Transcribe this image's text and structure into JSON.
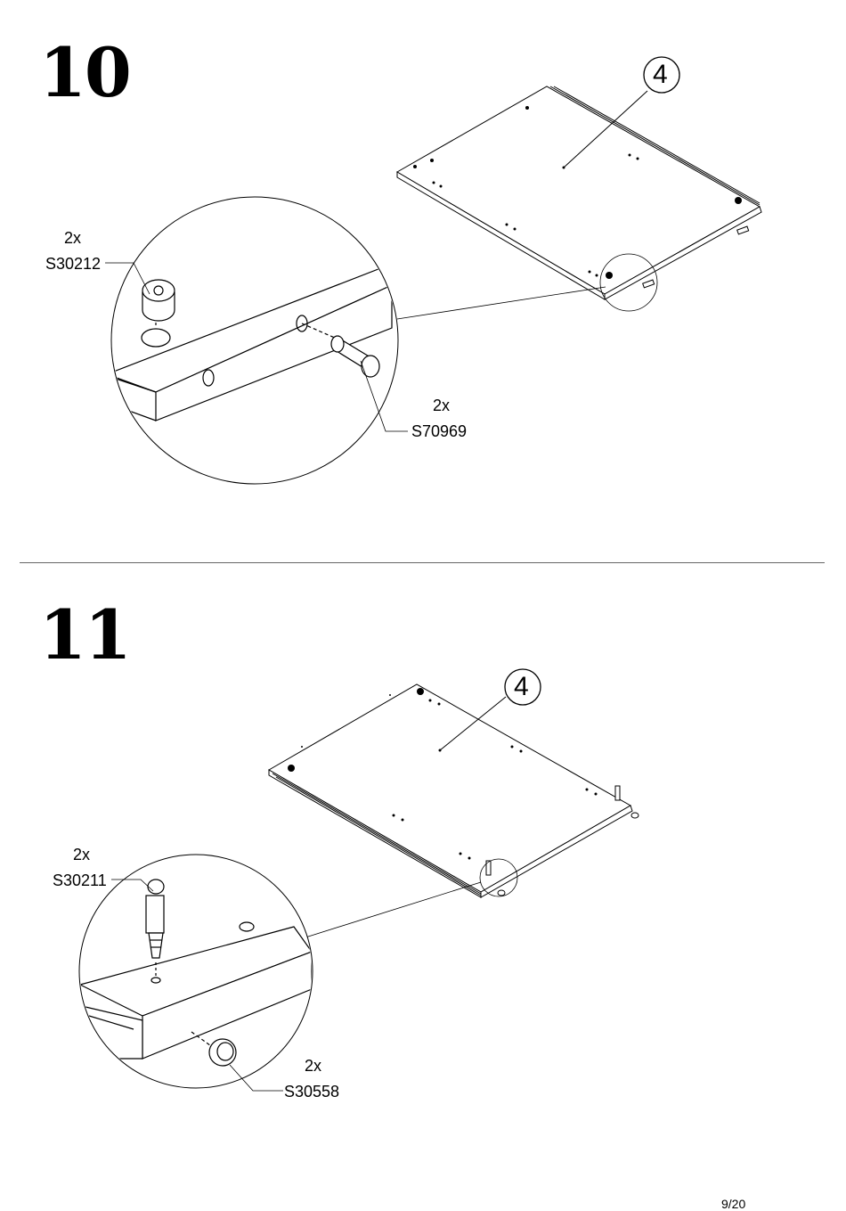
{
  "steps": [
    {
      "number": "10",
      "panel_label": "4",
      "parts": [
        {
          "qty": "2x",
          "code": "S30212"
        },
        {
          "qty": "2x",
          "code": "S70969"
        }
      ]
    },
    {
      "number": "11",
      "panel_label": "4",
      "parts": [
        {
          "qty": "2x",
          "code": "S30211"
        },
        {
          "qty": "2x",
          "code": "S30558"
        }
      ]
    }
  ],
  "page": {
    "number": "9/20"
  }
}
